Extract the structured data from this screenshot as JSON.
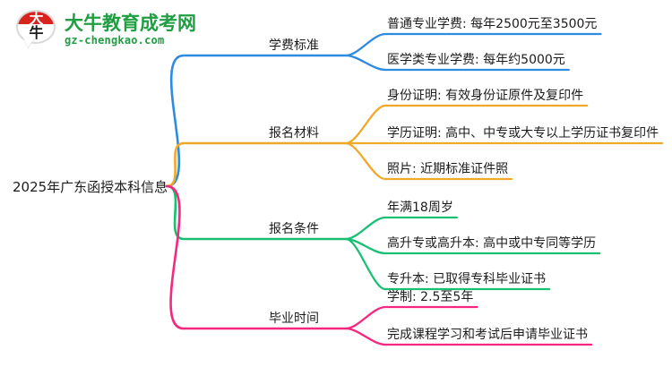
{
  "logo": {
    "mark_text": "大牛",
    "title": "大牛教育成考网",
    "subtitle": "gz-chengkao.com",
    "brand_color": "#1f9e42",
    "mark_color": "#d8241f"
  },
  "mindmap": {
    "root": {
      "label": "2025年广东函授本科信息"
    },
    "branches": [
      {
        "label": "学费标准",
        "color": "#2e8be0",
        "children": [
          {
            "label": "普通专业学费: 每年2500元至3500元"
          },
          {
            "label": "医学类专业学费: 每年约5000元"
          }
        ]
      },
      {
        "label": "报名材料",
        "color": "#f0a828",
        "children": [
          {
            "label": "身份证明: 有效身份证原件及复印件"
          },
          {
            "label": "学历证明: 高中、中专或大专以上学历证书复印件"
          },
          {
            "label": "照片: 近期标准证件照"
          }
        ]
      },
      {
        "label": "报名条件",
        "color": "#19bf74",
        "children": [
          {
            "label": "年满18周岁"
          },
          {
            "label": "高升专或高升本: 高中或中专同等学历"
          },
          {
            "label": "专升本: 已取得专科毕业证书"
          }
        ]
      },
      {
        "label": "毕业时间",
        "color": "#f5277f",
        "children": [
          {
            "label": "学制: 2.5至5年"
          },
          {
            "label": "完成课程学习和考试后申请毕业证书"
          }
        ]
      }
    ]
  }
}
